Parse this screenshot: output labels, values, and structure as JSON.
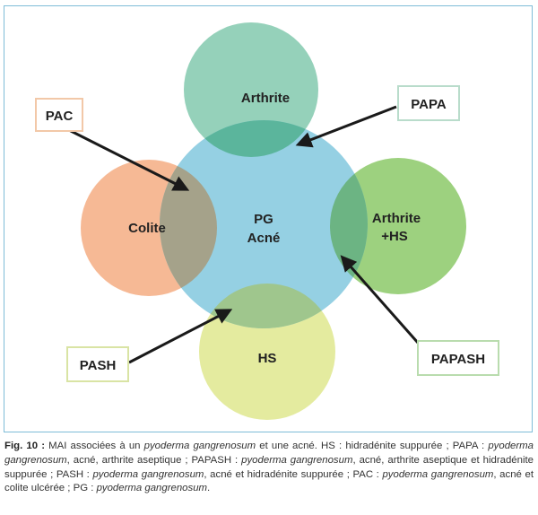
{
  "nodes": {
    "center": {
      "line1": "PG",
      "line2": "Acné",
      "color": "#8fcde2"
    },
    "top": {
      "label": "Arthrite",
      "color": "#8fcfb6"
    },
    "left": {
      "label": "Colite",
      "color": "#f5b58f"
    },
    "right": {
      "line1": "Arthrite",
      "line2": "+HS",
      "color": "#98cf78"
    },
    "bottom": {
      "label": "HS",
      "color": "#e3ea9a"
    }
  },
  "boxes": {
    "pac": {
      "label": "PAC",
      "border": "#f2c8a8"
    },
    "papa": {
      "label": "PAPA",
      "border": "#b9dccb"
    },
    "papash": {
      "label": "PAPASH",
      "border": "#b9dcae"
    },
    "pash": {
      "label": "PASH",
      "border": "#d9e4a4"
    }
  },
  "caption": {
    "fig": "Fig. 10 :",
    "parts": [
      " MAI associées à un ",
      "pyoderma gangrenosum",
      " et une acné. HS : hidradénite suppurée ; PAPA : ",
      "pyoderma gangrenosum",
      ", acné, arthrite aseptique ; PAPASH : ",
      "pyoderma gangrenosum",
      ", acné, arthrite aseptique et hidradénite suppurée ; PASH : ",
      "pyoderma gangrenosum",
      ", acné et hidradénite suppurée ; PAC : ",
      "pyoderma gangrenosum",
      ", acné et colite ulcérée ; PG : ",
      "pyoderma gangrenosum",
      "."
    ]
  }
}
